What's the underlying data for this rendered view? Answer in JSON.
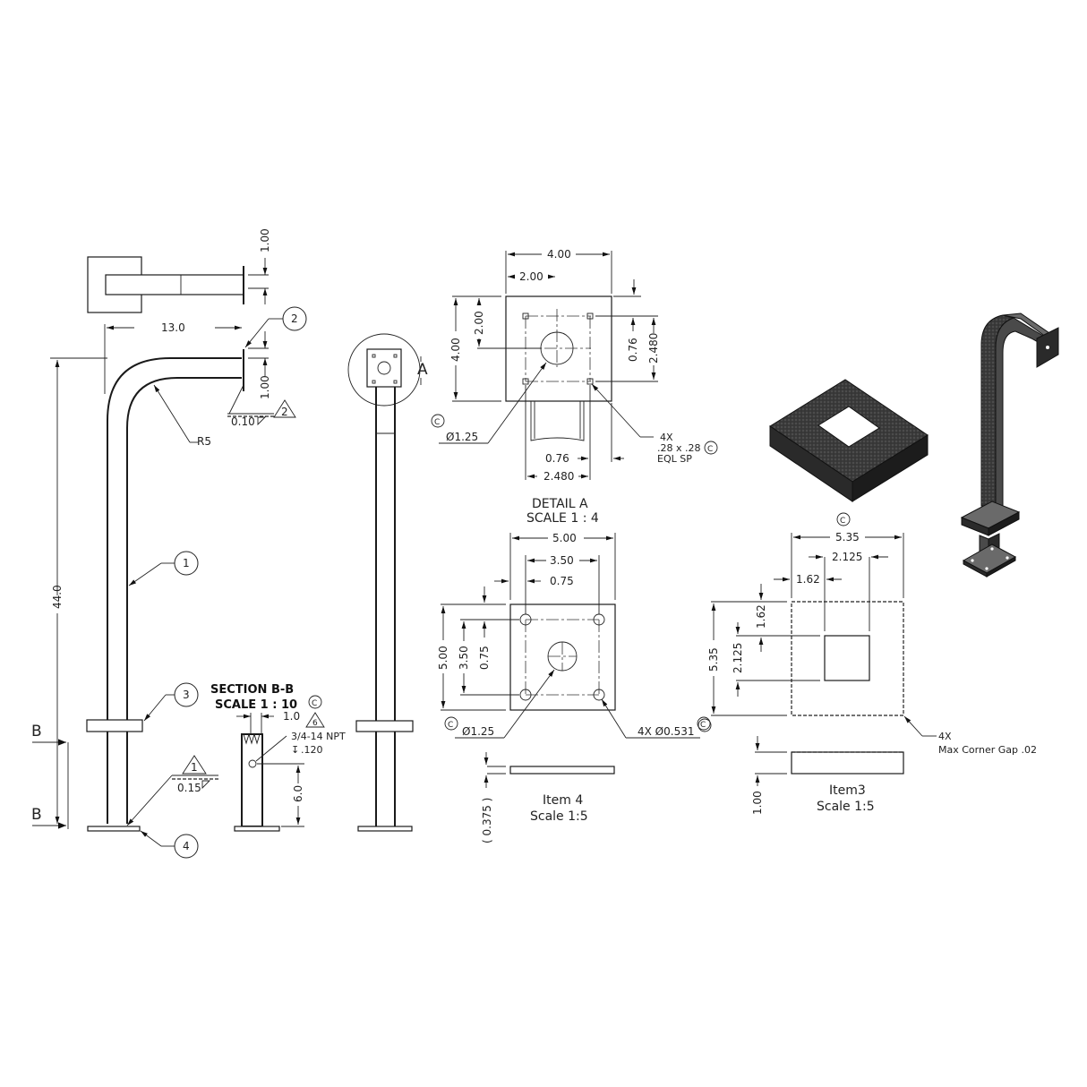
{
  "drawing": {
    "type": "engineering-drawing",
    "views": {
      "top_view": {
        "dim_plate_thickness": "1.00"
      },
      "front_view": {
        "dim_arm_length": "13.0",
        "dim_total_height": "44.0",
        "dim_plate_offset": "1.00",
        "bend_radius": "R5",
        "weld_top": "0.10",
        "weld_top_note": "2",
        "weld_bottom": "0.15",
        "weld_bottom_note": "1",
        "section_marker": "B",
        "balloons": [
          "1",
          "2",
          "3",
          "4"
        ]
      },
      "section_bb": {
        "title": "SECTION B-B",
        "scale": "SCALE 1 : 10",
        "rev_symbol": "C",
        "note_triangle": "6",
        "dim_width": "1.0",
        "thread_callout": "3/4-14 NPT",
        "thread_depth": ".120",
        "dim_height": "6.0"
      },
      "side_view": {
        "detail_marker": "A"
      },
      "wall_plate": {
        "dim_width": "4.00",
        "dim_half_width": "2.00",
        "dim_height": "4.00",
        "dim_half_height": "2.00",
        "dim_hole_offset_v": "0.76",
        "dim_hole_spacing_v": "2.480",
        "dim_hole_offset_h": "0.76",
        "dim_hole_spacing_h": "2.480",
        "center_hole": "Ø1.25",
        "slot_count": "4X",
        "slot_size": ".28 x .28",
        "slot_spacing": "EQL SP",
        "rev_symbol": "C"
      },
      "detail_a": {
        "title": "DETAIL A",
        "scale": "SCALE 1 : 4",
        "dim_width": "5.00",
        "dim_hole_spacing_h": "3.50",
        "dim_hole_offset_h": "0.75",
        "dim_height": "5.00",
        "dim_hole_spacing_v": "3.50",
        "dim_hole_offset_v": "0.75",
        "center_hole": "Ø1.25",
        "mount_holes": "4X Ø0.531",
        "rev_symbol": "C"
      },
      "item4": {
        "label": "Item 4",
        "scale": "Scale 1:5",
        "dim_thickness": "( 0.375 )"
      },
      "item3": {
        "label": "Item3",
        "scale": "Scale 1:5",
        "dim_width": "5.35",
        "dim_inner_width": "2.125",
        "dim_inner_offset_h": "1.62",
        "dim_height": "5.35",
        "dim_inner_height": "2.125",
        "dim_inner_offset_v": "1.62",
        "dim_thickness": "1.00",
        "corner_count": "4X",
        "corner_note": "Max Corner Gap .02",
        "rev_symbol": "C"
      },
      "isometric_views": [
        "item3-collar",
        "full-assembly"
      ]
    }
  }
}
